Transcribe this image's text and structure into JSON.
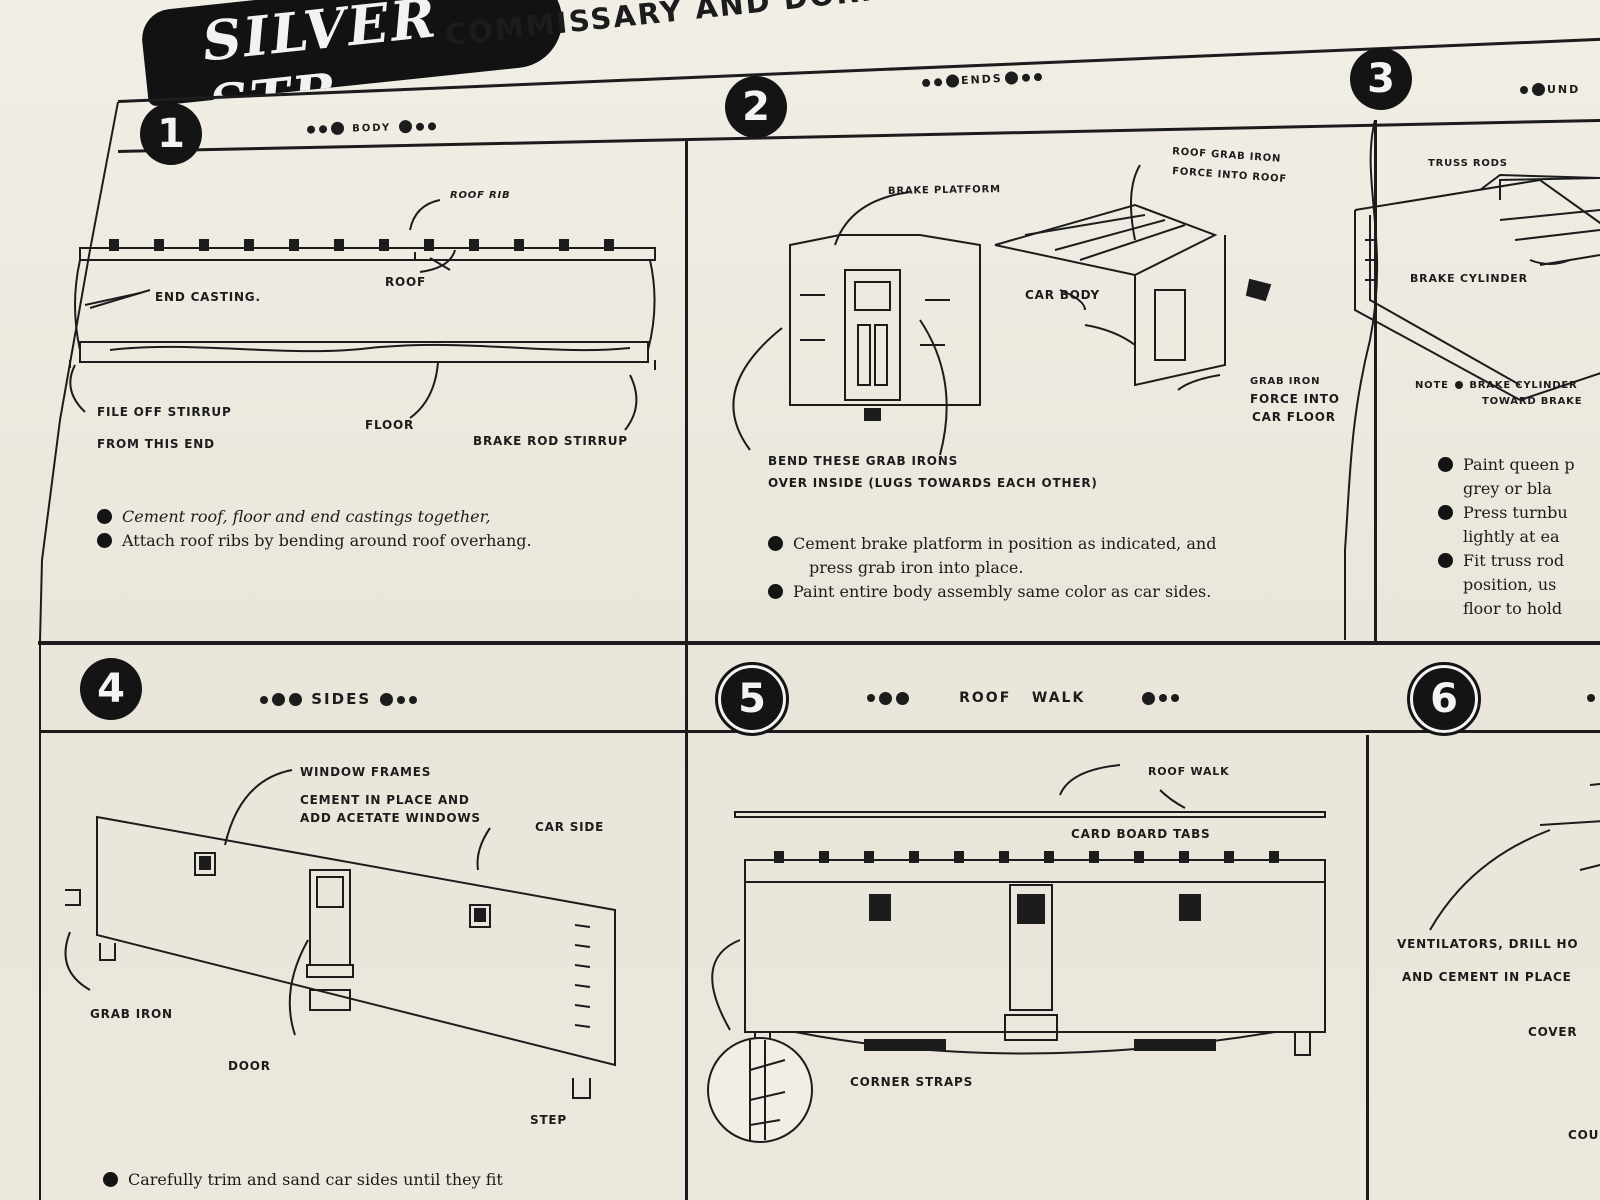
{
  "header": {
    "logo_text": "SILVER STR",
    "title": "COMMISSARY AND DORMITORY CARS"
  },
  "steps": [
    {
      "number": "1",
      "heading": "BODY",
      "labels": [
        "ROOF RIB",
        "ROOF",
        "END CASTING.",
        "FILE OFF STIRRUP",
        "FROM THIS END",
        "FLOOR",
        "BRAKE ROD STIRRUP"
      ],
      "instructions": [
        "Cement roof, floor and end castings together,",
        "Attach roof ribs by bending around roof overhang."
      ]
    },
    {
      "number": "2",
      "heading": "ENDS",
      "labels": [
        "BRAKE PLATFORM",
        "ROOF GRAB IRON",
        "FORCE INTO ROOF",
        "CAR BODY",
        "GRAB IRON",
        "FORCE INTO",
        "CAR FLOOR",
        "BEND THESE GRAB IRONS",
        "OVER INSIDE (LUGS TOWARDS EACH OTHER)"
      ],
      "instructions": [
        "Cement brake platform in position as indicated, and",
        "press grab iron into place.",
        "Paint entire body assembly same color as car sides."
      ]
    },
    {
      "number": "3",
      "heading": "UND",
      "labels": [
        "TRUSS RODS",
        "BRAKE CYLINDER",
        "NOTE",
        "BRAKE CYLINDER",
        "TOWARD BRAKE"
      ],
      "instructions": [
        "Paint queen p",
        "grey or bla",
        "Press turnbu",
        "lightly at ea",
        "Fit truss rod",
        "position, us",
        "floor to hold"
      ]
    },
    {
      "number": "4",
      "heading": "SIDES",
      "labels": [
        "WINDOW FRAMES",
        "CEMENT IN PLACE AND",
        "ADD ACETATE WINDOWS",
        "CAR SIDE",
        "GRAB IRON",
        "DOOR",
        "STEP"
      ],
      "instructions": [
        "Carefully trim and sand car sides until they fit"
      ]
    },
    {
      "number": "5",
      "heading": "ROOF   WALK",
      "labels": [
        "ROOF WALK",
        "CARD BOARD TABS",
        "CORNER STRAPS"
      ],
      "instructions": []
    },
    {
      "number": "6",
      "heading": "",
      "labels": [
        "VENTILATORS, DRILL HO",
        "AND CEMENT IN PLACE",
        "COVER",
        "COU"
      ],
      "instructions": []
    }
  ]
}
